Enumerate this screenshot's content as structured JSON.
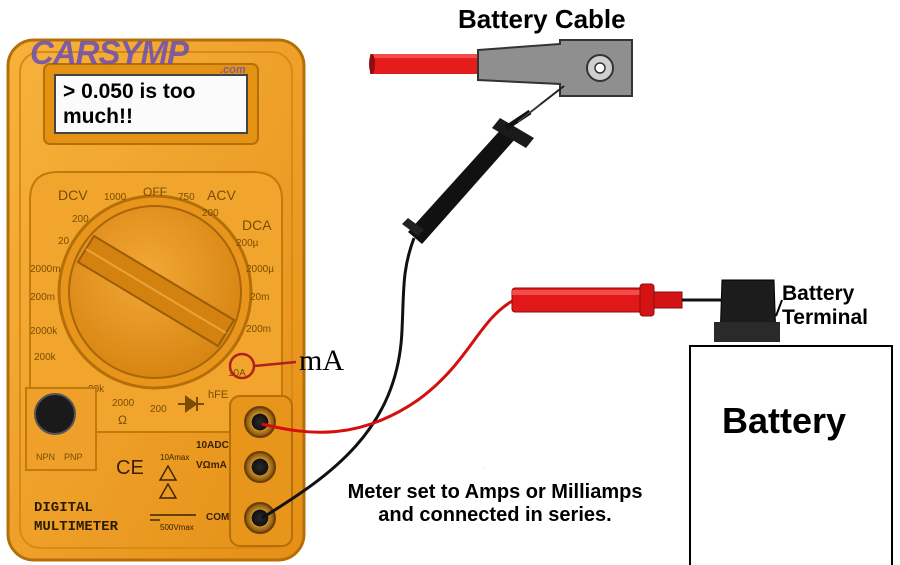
{
  "title": "Battery Cable",
  "lcd_text": "> 0.050 is too much!!",
  "brand": "CARSYMP",
  "brand_sub": ".com",
  "device_name": "DIGITAL MULTIMETER",
  "callout_label": "mA",
  "battery_terminal_label": "Battery Terminal",
  "battery_label": "Battery",
  "caption": "Meter set to Amps or Milliamps and connected in series.",
  "dial": {
    "dcv": "DCV",
    "off": "OFF",
    "acv": "ACV",
    "dca": "DCA",
    "dcv_1000": "1000",
    "dcv_200": "200",
    "dcv_20": "20",
    "dcv_2000m": "2000m",
    "dcv_200m": "200m",
    "acv_750": "750",
    "acv_200": "200",
    "dca_200u": "200µ",
    "dca_2000u": "2000µ",
    "dca_20m": "20m",
    "dca_200m": "200m",
    "res_2000k": "2000k",
    "res_200k": "200k",
    "res_20k": "20k",
    "res_2000": "2000",
    "res_200": "200",
    "ohm": "Ω",
    "ten_a": "10A",
    "hfe": "hFE",
    "npn": "NPN",
    "pnp": "PNP",
    "ce": "CE",
    "jack_10a": "10ADC",
    "jack_vohm": "VΩmA",
    "jack_com": "COM",
    "rating_10a": "10Amax",
    "rating_500v": "500Vmax"
  },
  "colors": {
    "meter_body": "#f5a623",
    "meter_dark": "#c97d10",
    "probe_red": "#e01818",
    "probe_black": "#111111",
    "cable_red": "#e51c1c",
    "callout_ring": "#b0201c"
  }
}
